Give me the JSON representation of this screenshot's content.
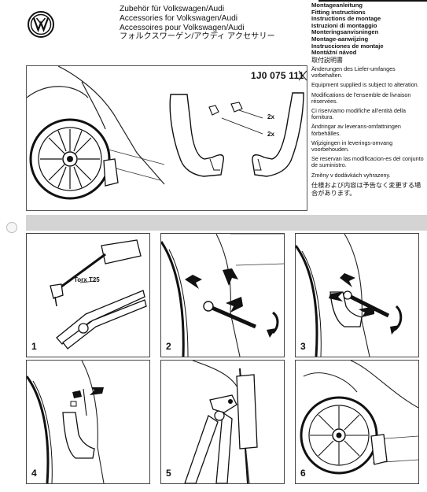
{
  "header": {
    "brand": "VW",
    "accessories_lines": [
      "Zubehör für Volkswagen/Audi",
      "Accessories for Volkswagen/Audi",
      "Accessoires pour Volkswagen/Audi",
      "フォルクスワーゲン/アウディ アクセサリー"
    ],
    "fitting_lines": [
      "Montageanleitung",
      "Fitting instructions",
      "Instructions de montage",
      "Istruzioni di montaggio",
      "Monteringsanvisningen",
      "Montage-aanwijzing",
      "Instrucciones de montaje",
      "Montážní návod",
      "取付説明書"
    ]
  },
  "top_panel": {
    "part_number": "1J0 075 111",
    "qty_labels": [
      "2x",
      "2x"
    ]
  },
  "notes": [
    "Änderungen des Liefer-umfanges vorbehalten.",
    "Equipment supplied is subject to alteration.",
    "Modifications de l'ensemble de livraison réservées.",
    "Ci riserviamo modifiche all'entità della fornitura.",
    "Ändringar av leverans-omfattningen förbehålles.",
    "Wijzigingen in leverings-omvang voorbehouden.",
    "Se reservan las modificacion-es del conjunto de suministro.",
    "Změny v dodávkách vyhrazeny.",
    "仕様および内容は予告なく変更する場合があります。"
  ],
  "steps": [
    {
      "number": "1",
      "tool_label": "Torx T25"
    },
    {
      "number": "2"
    },
    {
      "number": "3"
    },
    {
      "number": "4"
    },
    {
      "number": "5"
    },
    {
      "number": "6"
    }
  ],
  "colors": {
    "ink": "#111111",
    "panel_border": "#555555",
    "separator": "#d4d4d4"
  }
}
